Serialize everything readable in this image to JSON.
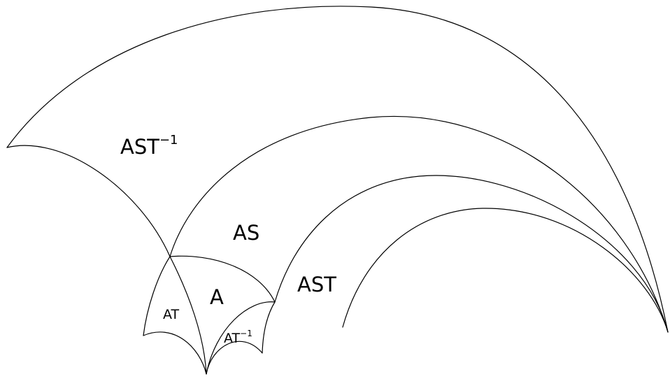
{
  "diagram": {
    "regions": [
      {
        "id": "ast-inv",
        "text": "AST",
        "superscript": "−1"
      },
      {
        "id": "as",
        "text": "AS",
        "superscript": ""
      },
      {
        "id": "a",
        "text": "A",
        "superscript": ""
      },
      {
        "id": "ast",
        "text": "AST",
        "superscript": ""
      },
      {
        "id": "at",
        "text": "AT",
        "superscript": ""
      },
      {
        "id": "at-inv",
        "text": "AT",
        "superscript": "−1"
      }
    ],
    "colors": {
      "stroke": "#000000",
      "background": "#ffffff"
    }
  }
}
